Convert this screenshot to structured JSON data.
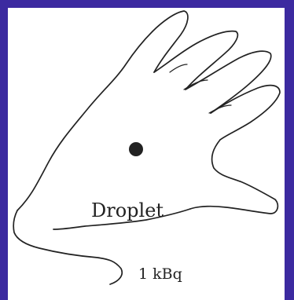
{
  "colors": {
    "background": "#3c2aa0",
    "panel": "#ffffff",
    "ink": "#222222"
  },
  "illustration": {
    "subject": "hand-outline",
    "marker": "droplet"
  },
  "labels": {
    "droplet": "Droplet",
    "activity": "1 kBq"
  }
}
